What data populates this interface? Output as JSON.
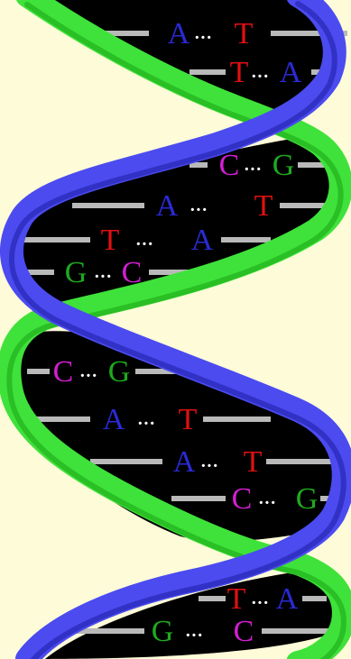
{
  "colors": {
    "background": "#fdfbd8",
    "strand_blue": "#4b4bf0",
    "strand_blue_dark": "#1f1fa8",
    "strand_green": "#3fe23a",
    "strand_green_dark": "#1aa818",
    "core": "#000000",
    "bar": "#b9b9b9",
    "A": "#2a2ad6",
    "T": "#e01010",
    "C": "#d31fd3",
    "G": "#1faa1f",
    "dots": "#ffffff"
  },
  "dots": "···",
  "pairs": [
    {
      "left": "A",
      "right": "T"
    },
    {
      "left": "T",
      "right": "A"
    },
    {
      "left": "C",
      "right": "G"
    },
    {
      "left": "A",
      "right": "T"
    },
    {
      "left": "T",
      "right": "A"
    },
    {
      "left": "G",
      "right": "C"
    },
    {
      "left": "C",
      "right": "G"
    },
    {
      "left": "A",
      "right": "T"
    },
    {
      "left": "A",
      "right": "T"
    },
    {
      "left": "C",
      "right": "G"
    },
    {
      "left": "T",
      "right": "A"
    },
    {
      "left": "G",
      "right": "C"
    }
  ]
}
